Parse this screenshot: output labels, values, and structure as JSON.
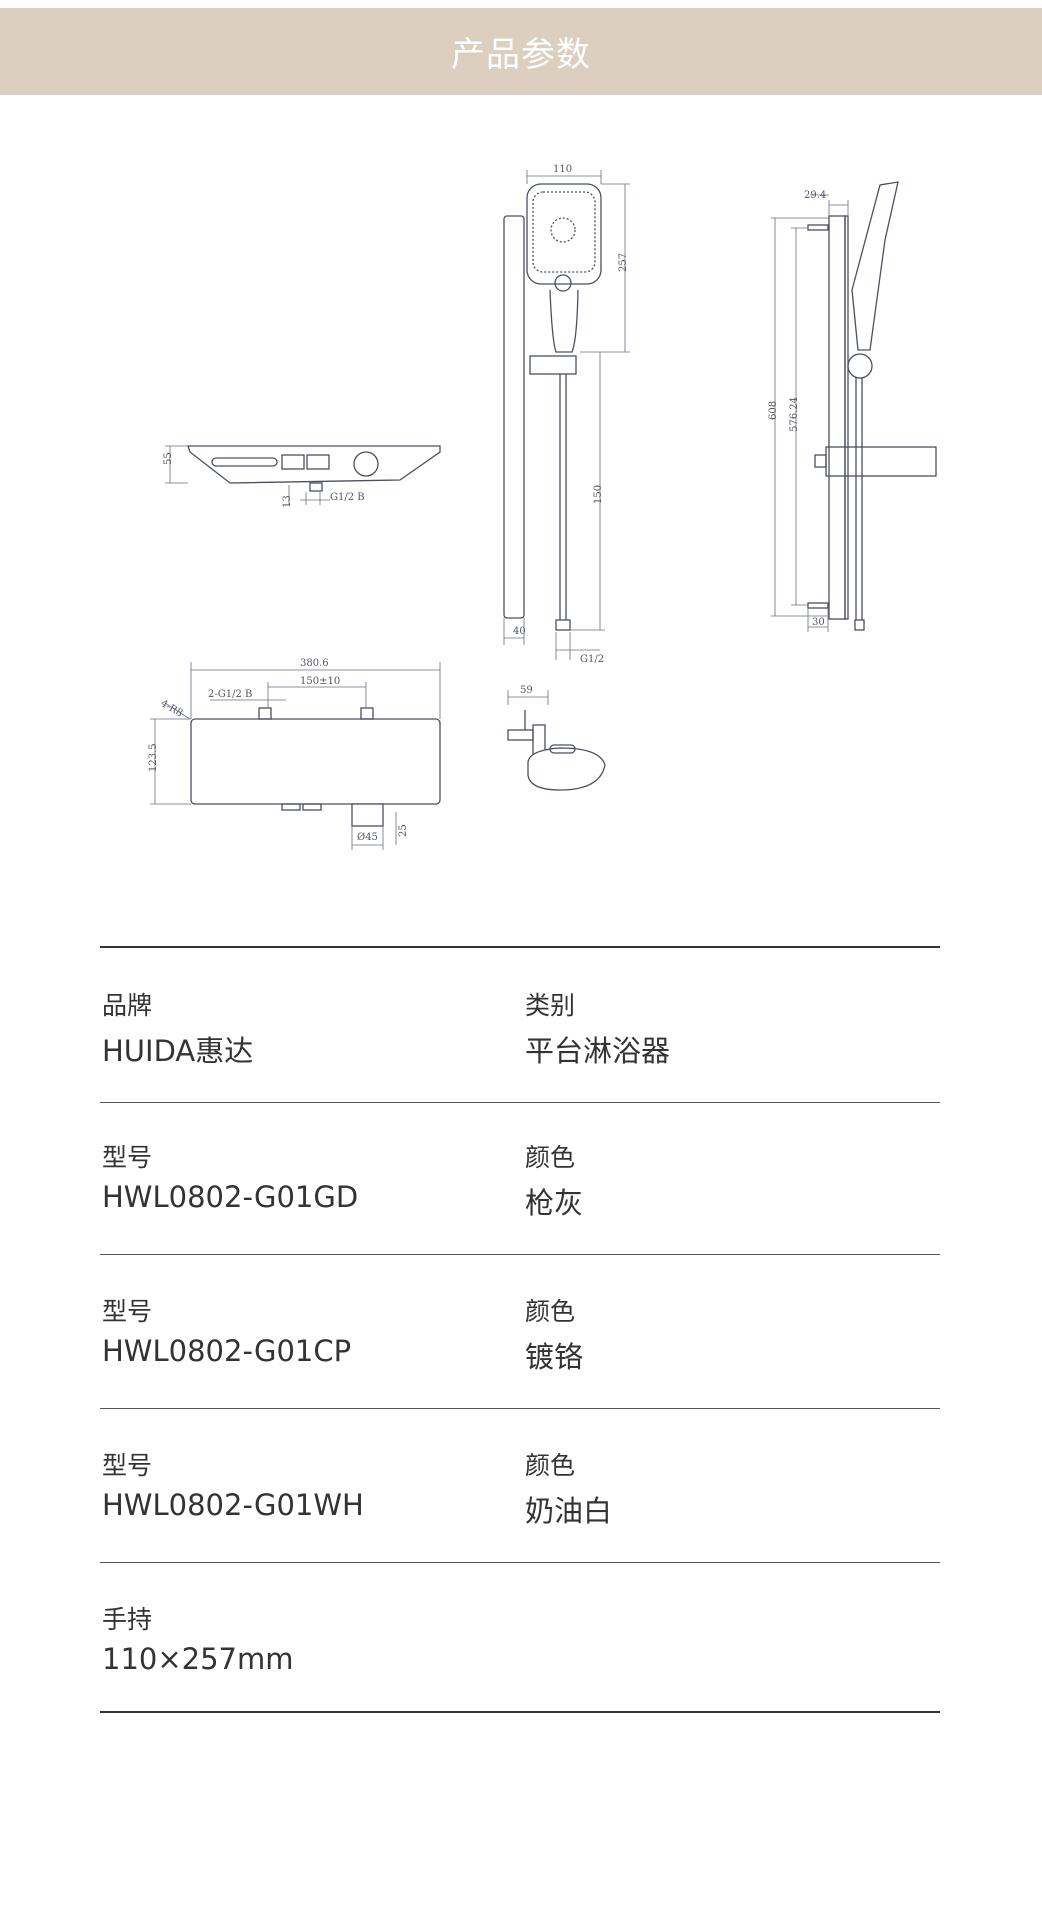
{
  "header": {
    "title": "产品参数"
  },
  "drawing": {
    "dims": {
      "tray_height": "55",
      "tray_pipe": "13",
      "tray_thread": "G1/2 B",
      "body_width": "380.6",
      "inlet_spacing": "150±10",
      "inlet_thread": "2-G1/2 B",
      "corner_radius": "4-R8",
      "body_height": "123.5",
      "outlet_dia": "Ø45",
      "outlet_len": "25",
      "head_width": "110",
      "head_length": "257",
      "hose_len": "150",
      "rail_width": "40",
      "hose_thread": "G1/2",
      "holder_depth": "59",
      "rail_offset": "29.4",
      "rail_length": "608",
      "hole_spacing": "576.24",
      "bracket_depth": "30"
    }
  },
  "specs": [
    {
      "left": {
        "label": "品牌",
        "value": "HUIDA惠达"
      },
      "right": {
        "label": "类别",
        "value": "平台淋浴器"
      }
    },
    {
      "left": {
        "label": "型号",
        "value": "HWL0802-G01GD"
      },
      "right": {
        "label": "颜色",
        "value": "枪灰"
      }
    },
    {
      "left": {
        "label": "型号",
        "value": "HWL0802-G01CP"
      },
      "right": {
        "label": "颜色",
        "value": "镀铬"
      }
    },
    {
      "left": {
        "label": "型号",
        "value": "HWL0802-G01WH"
      },
      "right": {
        "label": "颜色",
        "value": "奶油白"
      }
    },
    {
      "left": {
        "label": "手持",
        "value": "110×257mm"
      }
    }
  ]
}
